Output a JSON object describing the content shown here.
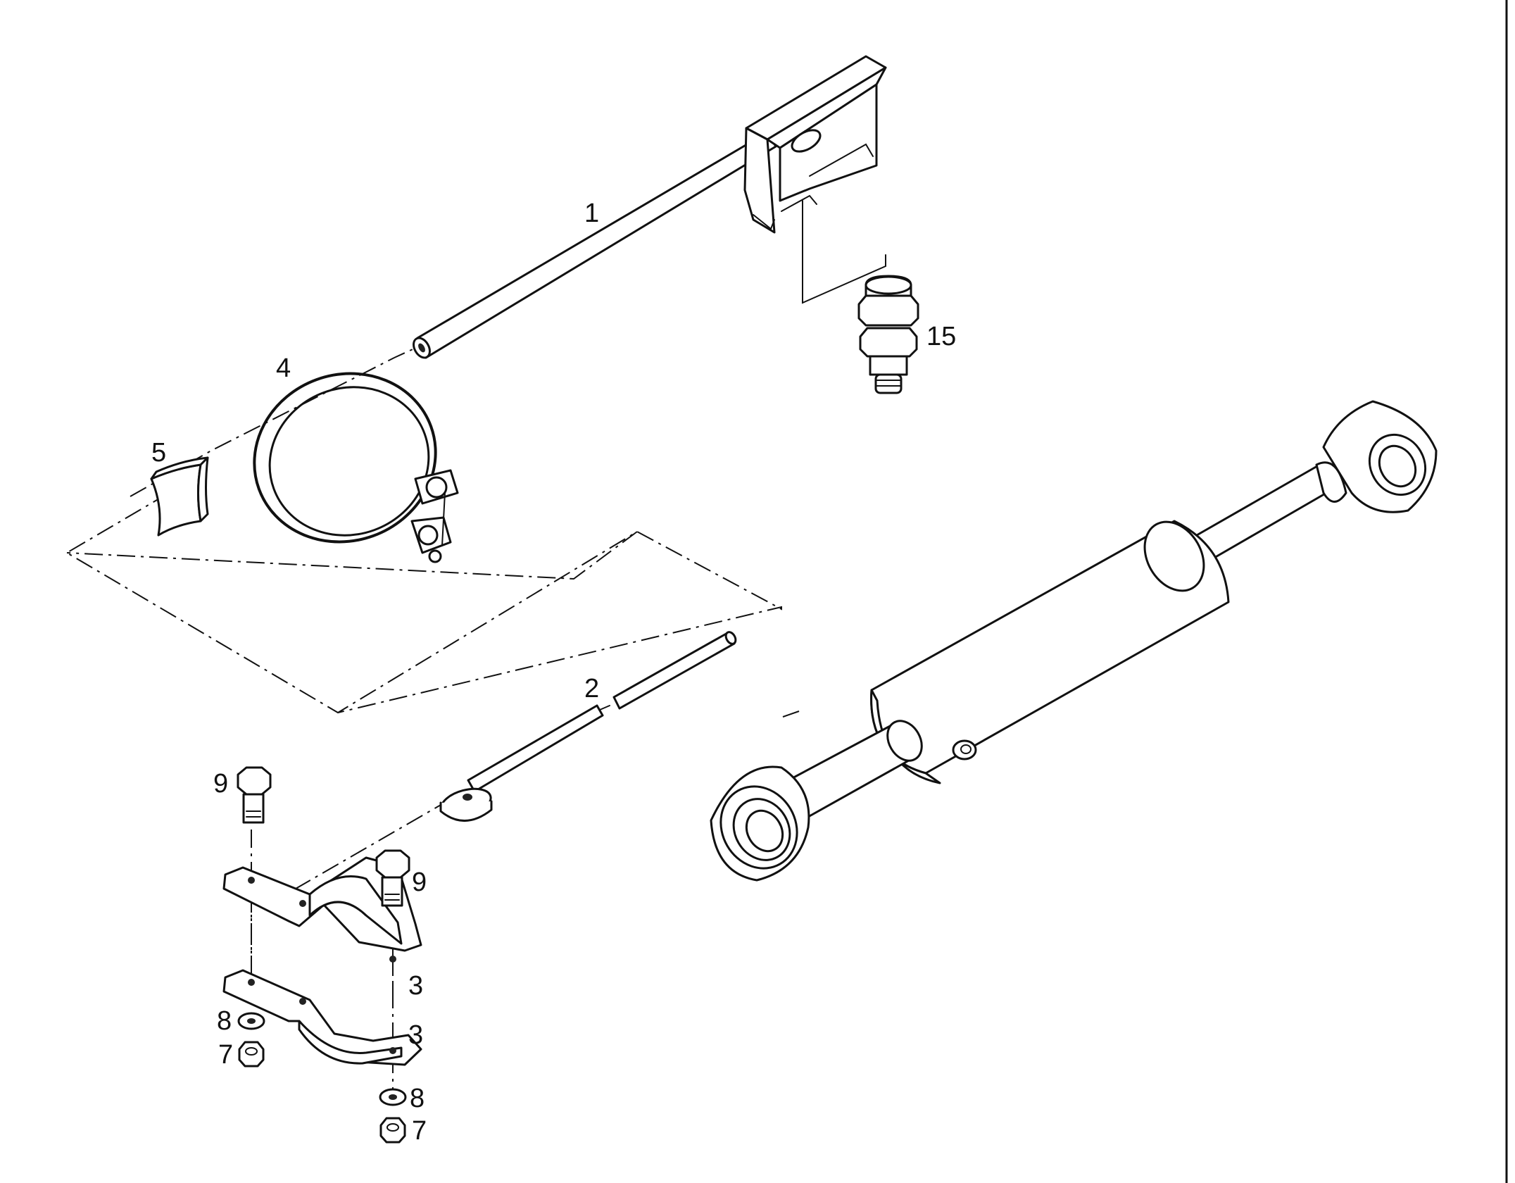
{
  "labels": {
    "rod_upper": "1",
    "rod_lower": "2",
    "strap_upper": "3",
    "strap_lower": "3",
    "clamp_band": "4",
    "rubber_pad": "5",
    "nut_left": "7",
    "nut_right": "7",
    "washer_left": "8",
    "washer_right": "8",
    "bolt_left": "9",
    "bolt_right": "9",
    "fitting": "15"
  },
  "colors": {
    "ink": "#111111",
    "paper": "#ffffff"
  }
}
